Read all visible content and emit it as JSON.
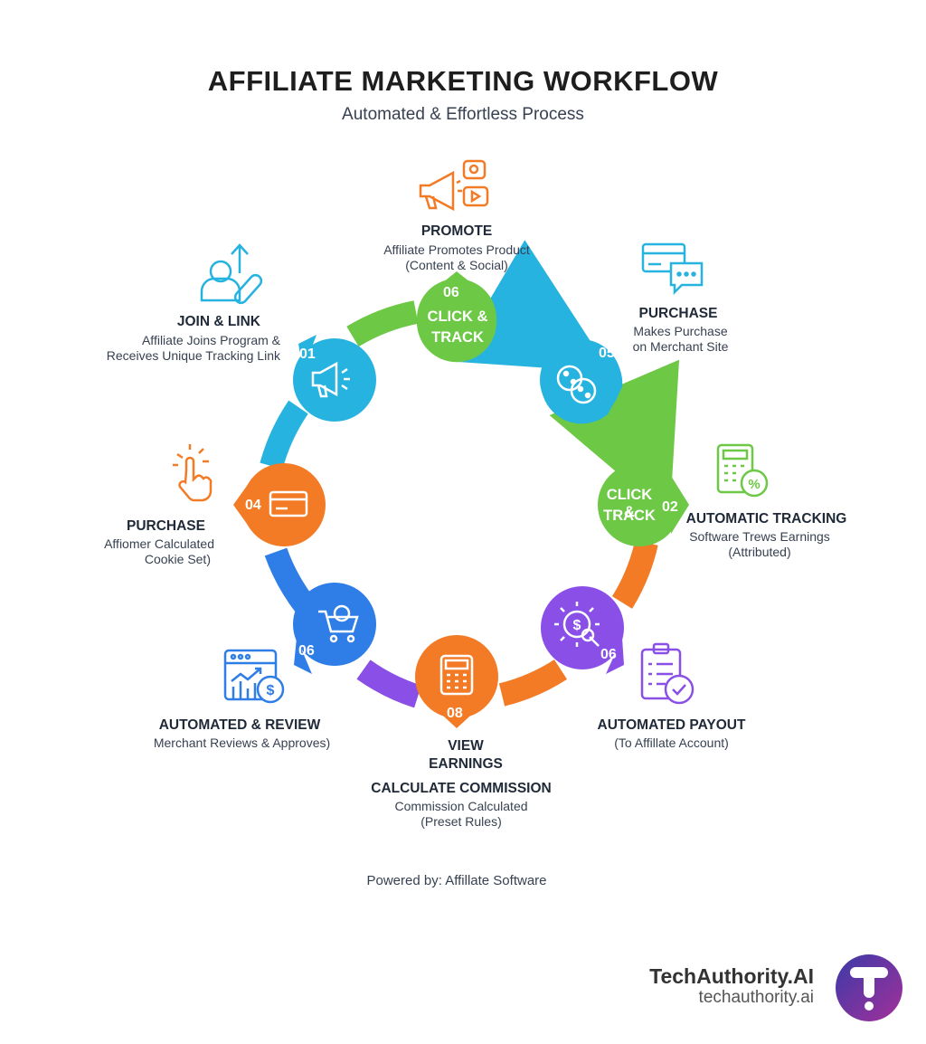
{
  "header": {
    "title": "AFFILIATE MARKETING WORKFLOW",
    "subtitle": "Automated & Effortless Process"
  },
  "colors": {
    "green": "#6cc845",
    "cyan": "#27b3e0",
    "orange": "#f37b26",
    "blue": "#2f7de6",
    "purple": "#8a4fe6"
  },
  "nodes": {
    "top": {
      "number": "06",
      "line1": "CLICK &",
      "line2": "TRACK"
    },
    "top_right": {
      "number": "05",
      "icon": "cookies-icon"
    },
    "right": {
      "number": "02",
      "line1": "CLICK &",
      "line2": "TRACK"
    },
    "bottom_right": {
      "number": "06",
      "icon": "dollar-gear-icon"
    },
    "bottom": {
      "number": "08",
      "icon": "calculator-icon"
    },
    "bottom_left": {
      "number": "06",
      "icon": "shopping-cart-icon"
    },
    "left": {
      "number": "04",
      "icon": "credit-card-icon"
    },
    "top_left": {
      "number": "01",
      "icon": "megaphone-icon"
    }
  },
  "labels": {
    "promote": {
      "title": "PROMOTE",
      "desc1": "Affiliate Promotes Product",
      "desc2": "(Content & Social)"
    },
    "join": {
      "title": "JOIN & LINK",
      "desc1": "Affiliate Joins Program &",
      "desc2": "Receives Unique Tracking Link"
    },
    "purchase_right": {
      "title": "PURCHASE",
      "desc1": "Makes Purchase",
      "desc2": "on Merchant Site"
    },
    "tracking": {
      "title": "AUTOMATIC TRACKING",
      "desc1": "Software Trews Earnings",
      "desc2": "(Attributed)"
    },
    "purchase_left": {
      "title": "PURCHASE",
      "desc1": "Affiomer Calculated",
      "desc2": "Cookie Set)"
    },
    "payout": {
      "title": "AUTOMATED PAYOUT",
      "desc1": "(To Affillate Account)"
    },
    "review": {
      "title": "AUTOMATED & REVIEW",
      "desc1": "Merchant Reviews & Approves)"
    },
    "view": {
      "line1": "VIEW",
      "line2": "EARNINGS"
    },
    "commission": {
      "title": "CALCULATE COMMISSION",
      "desc1": "Commission Calculated",
      "desc2": "(Preset Rules)"
    }
  },
  "footer": {
    "powered": "Powered by: Affillate Software",
    "brand_name": "TechAuthority.AI",
    "brand_url": "techauthority.ai"
  }
}
